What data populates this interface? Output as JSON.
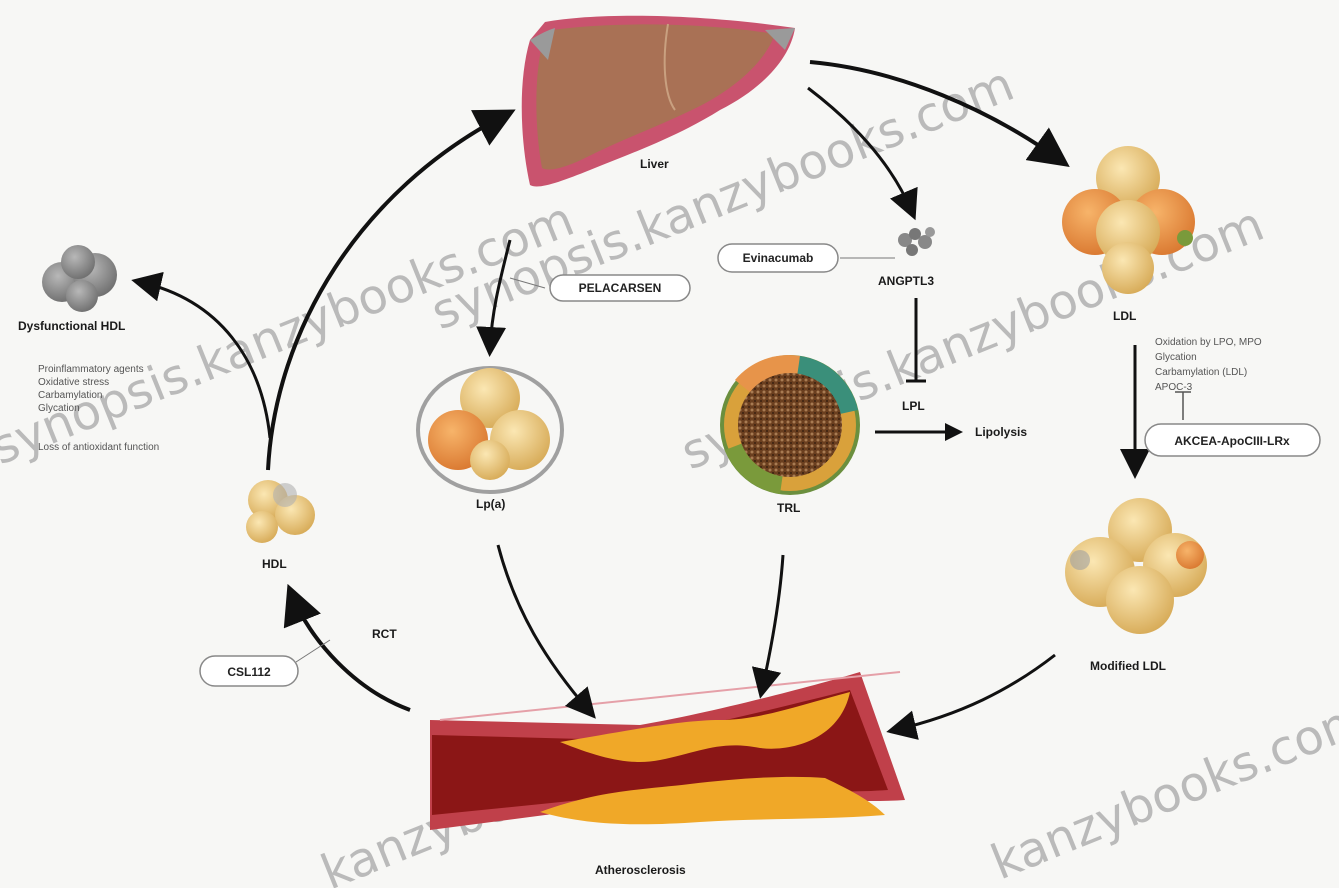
{
  "labels": {
    "liver": "Liver",
    "lpa": "Lp(a)",
    "trl": "TRL",
    "ldl": "LDL",
    "hdl": "HDL",
    "dysfunctional_hdl": "Dysfunctional HDL",
    "modified_ldl": "Modified LDL",
    "angptl3": "ANGPTL3",
    "lpl": "LPL",
    "lipolysis": "Lipolysis",
    "rct": "RCT",
    "atherosclerosis": "Atherosclerosis"
  },
  "drugs": {
    "pelacarsen": "PELACARSEN",
    "evinacumab": "Evinacumab",
    "csl112": "CSL112",
    "akcea": "AKCEA-ApoCIII-LRx"
  },
  "dysfunctional_notes": [
    "Proinflammatory agents",
    "Oxidative stress",
    "Carbamylation",
    "Glycation",
    "Loss of antioxidant function"
  ],
  "ldl_notes": [
    "Oxidation by LPO, MPO",
    "Glycation",
    "Carbamylation (LDL)",
    "APOC-3"
  ],
  "watermark": [
    "synopsis.kanzybooks.com",
    "synopsis.kanzybooks.com",
    "synopsis.kanzybooks.com",
    "kanzybooks.com",
    "kanzybooks.com"
  ],
  "colors": {
    "liver": "#a97155",
    "liver_edge": "#c9536e",
    "particle": "#e8c27a",
    "particle_orange": "#e7944a",
    "vessel": "#8b1616",
    "plaque": "#f0a828",
    "arrow": "#111111"
  }
}
